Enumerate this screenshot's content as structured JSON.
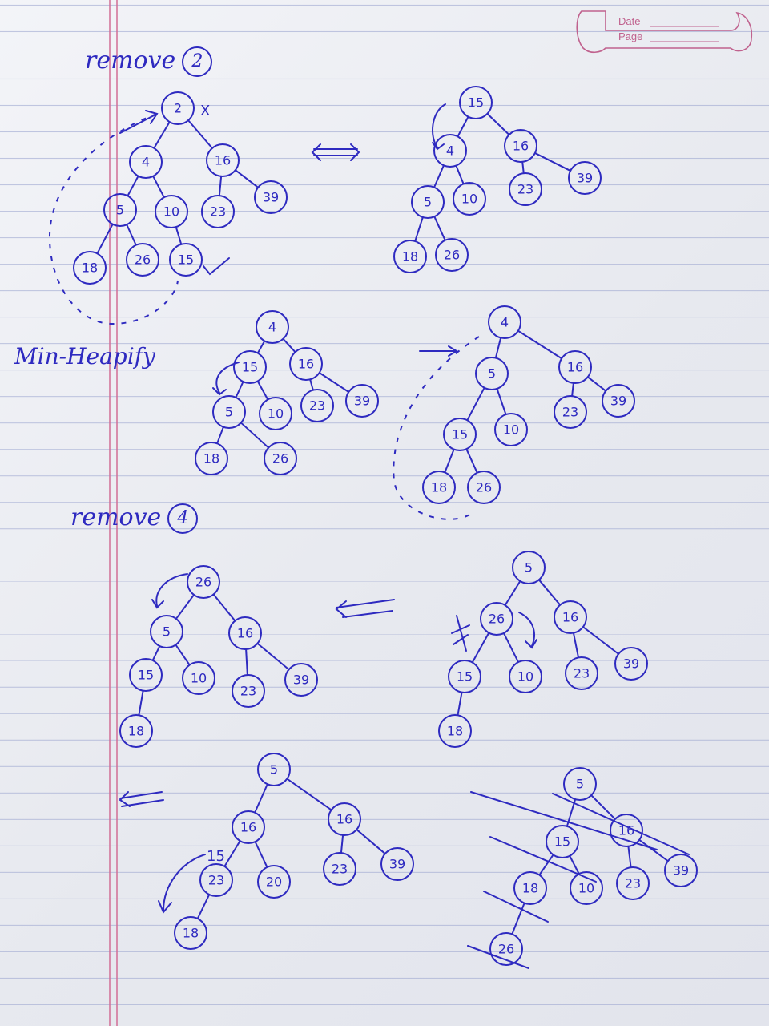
{
  "header": {
    "date_label": "Date",
    "page_label": "Page"
  },
  "headings": {
    "remove_2": "remove",
    "remove_2_value": "2",
    "min_heapify": "Min-Heapify",
    "remove_4": "remove",
    "remove_4_value": "4"
  },
  "colors": {
    "ink": "#2e2ac0",
    "rule": "#96a0cd",
    "margin": "#d26e96",
    "paper": "#eceef3"
  },
  "annotations": {
    "cross_mark": "X",
    "swap_arrow": "⟺",
    "label_15": "15"
  },
  "trees": [
    {
      "nodes": [
        "2",
        "4",
        "16",
        "5",
        "10",
        "23",
        "39",
        "18",
        "26",
        "15"
      ]
    },
    {
      "nodes": [
        "15",
        "4",
        "16",
        "5",
        "10",
        "23",
        "39",
        "18",
        "26"
      ]
    },
    {
      "nodes": [
        "4",
        "15",
        "16",
        "5",
        "10",
        "23",
        "39",
        "18",
        "26"
      ]
    },
    {
      "nodes": [
        "4",
        "5",
        "16",
        "15",
        "10",
        "23",
        "39",
        "18",
        "26"
      ]
    },
    {
      "nodes": [
        "26",
        "5",
        "16",
        "15",
        "10",
        "23",
        "39",
        "18"
      ]
    },
    {
      "nodes": [
        "5",
        "26",
        "16",
        "15",
        "10",
        "23",
        "39",
        "18"
      ]
    },
    {
      "nodes": [
        "5",
        "16",
        "16",
        "23",
        "20",
        "23",
        "39",
        "18"
      ]
    },
    {
      "nodes": [
        "5",
        "15",
        "16",
        "18",
        "10",
        "23",
        "39",
        "26"
      ]
    }
  ]
}
